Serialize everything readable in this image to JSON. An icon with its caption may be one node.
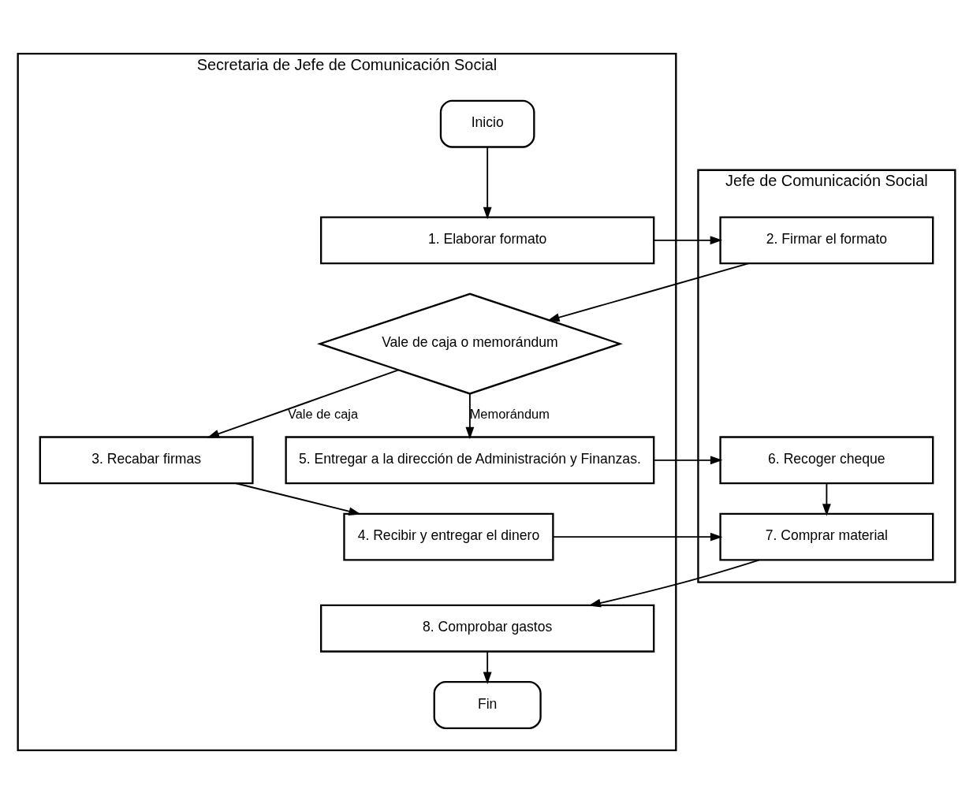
{
  "diagram": {
    "nodes": [
      {
        "text": [
          "Secretaria de Jefe de Comunicación Social"
        ]
      },
      {
        "text": [
          "Jefe de Comunicación Social"
        ]
      },
      {
        "text": [
          "Inicio"
        ],
        "in": 0
      },
      {
        "text": [
          "1. Elaborar formato"
        ],
        "in": 0
      },
      {
        "text": [
          "2. Firmar el formato"
        ],
        "in": 1
      },
      {
        "text": [
          "Vale de caja o memorándum"
        ],
        "in": 0
      },
      {
        "text": [
          "3. Recabar firmas"
        ],
        "in": 0
      },
      {
        "text": [
          "5. Entregar a la dirección de Administración y Finanzas."
        ],
        "in": 0
      },
      {
        "text": [
          "6. Recoger cheque"
        ],
        "in": 1
      },
      {
        "text": [
          "4. Recibir y entregar el dinero"
        ],
        "in": 0
      },
      {
        "text": [
          "7. Comprar material"
        ],
        "in": 1
      },
      {
        "text": [
          "8. Comprobar gastos"
        ],
        "in": 0
      },
      {
        "text": [
          "Fin"
        ],
        "in": 0
      }
    ],
    "edges": [
      {
        "from": 2,
        "to": 3,
        "arrow": "to"
      },
      {
        "from": 3,
        "to": 4,
        "arrow": "to"
      },
      {
        "from": 4,
        "to": 5,
        "arrow": "to"
      },
      {
        "from": 5,
        "to": 6,
        "arrow": "to",
        "label": "Vale de caja"
      },
      {
        "from": 5,
        "to": 7,
        "arrow": "to",
        "label": "Memorándum"
      },
      {
        "from": 6,
        "to": 9,
        "arrow": "to"
      },
      {
        "from": 7,
        "to": 8,
        "arrow": "to"
      },
      {
        "from": 8,
        "to": 10,
        "arrow": "to"
      },
      {
        "from": 9,
        "to": 10,
        "arrow": "to"
      },
      {
        "from": 10,
        "to": 11,
        "arrow": "to"
      },
      {
        "from": 11,
        "to": 12,
        "arrow": "to"
      }
    ]
  }
}
